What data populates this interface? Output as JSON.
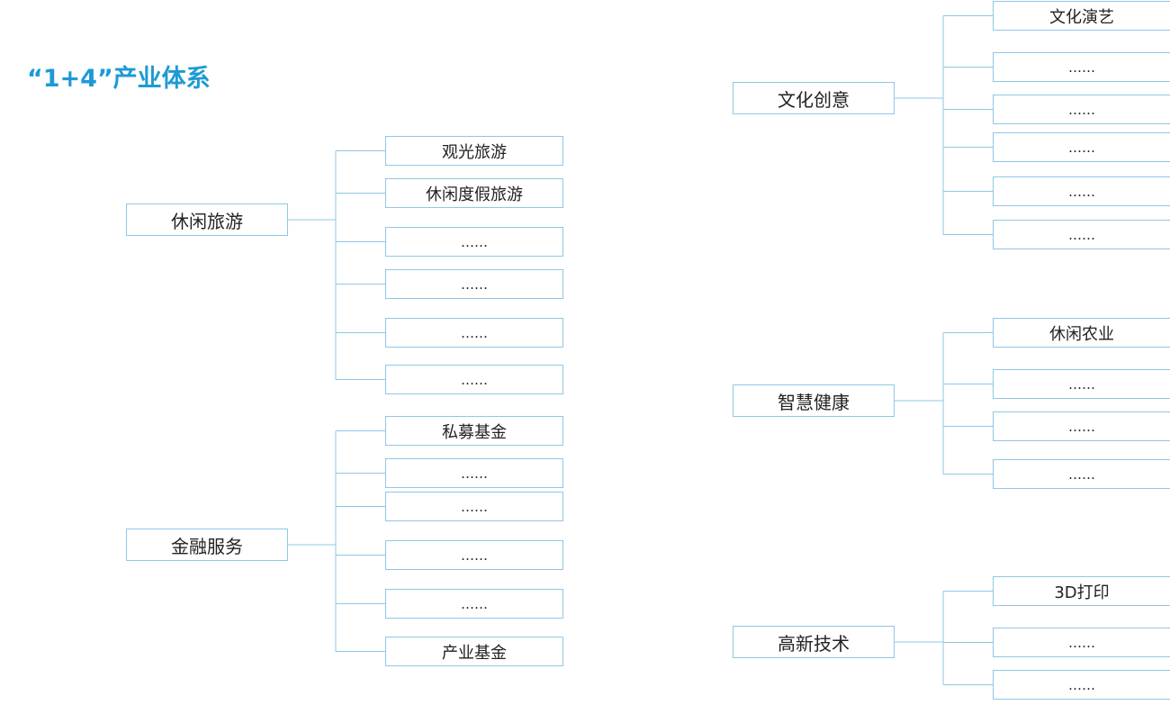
{
  "title": "“1+4”产业体系",
  "colors": {
    "title": "#1d9ad6",
    "border": "#8fc7e6",
    "connector": "#8fc7e6",
    "text": "#222222"
  },
  "groups": [
    {
      "id": "leisure-tourism",
      "label": "休闲旅游",
      "children": [
        "观光旅游",
        "休闲度假旅游",
        "……",
        "……",
        "……",
        "……"
      ]
    },
    {
      "id": "financial-services",
      "label": "金融服务",
      "children": [
        "私募基金",
        "……",
        "……",
        "……",
        "……",
        "产业基金"
      ]
    },
    {
      "id": "cultural-creative",
      "label": "文化创意",
      "children": [
        "文化演艺",
        "……",
        "……",
        "……",
        "……",
        "……"
      ]
    },
    {
      "id": "smart-health",
      "label": "智慧健康",
      "children": [
        "休闲农业",
        "……",
        "……",
        "……"
      ]
    },
    {
      "id": "high-tech",
      "label": "高新技术",
      "children": [
        "3D打印",
        "……",
        "……"
      ]
    }
  ]
}
